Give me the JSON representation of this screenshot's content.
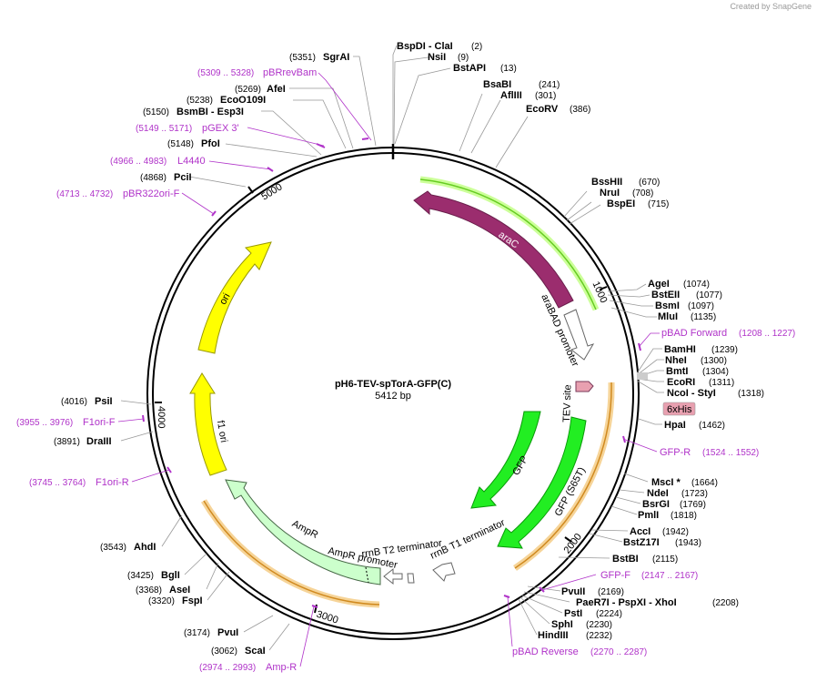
{
  "brand": "Created by SnapGene",
  "plasmid": {
    "name": "pH6-TEV-spTorA-GFP(C)",
    "size_label": "5412 bp"
  },
  "ticks": [
    "1000",
    "2000",
    "3000",
    "4000",
    "5000"
  ],
  "features": {
    "araC": "araC",
    "araBAD": "araBAD promoter",
    "tev": "TEV site",
    "his": "6xHis",
    "gfp": "GFP",
    "gfp2": "GFP (S65T)",
    "rrnbt1": "rrnB T1 terminator",
    "rrnbt2": "rrnB T2 terminator",
    "amppro": "AmpR promoter",
    "ampr": "AmpR",
    "f1": "f1 ori",
    "ori": "ori"
  },
  "right_sites": [
    {
      "name": "BspDI  - ClaI",
      "pos": "(2)"
    },
    {
      "name": "NsiI",
      "pos": "(9)"
    },
    {
      "name": "BstAPI",
      "pos": "(13)"
    },
    {
      "name": "BsaBI",
      "pos": "(241)"
    },
    {
      "name": "AflIII",
      "pos": "(301)"
    },
    {
      "name": "EcoRV",
      "pos": "(386)"
    },
    {
      "name": "BssHII",
      "pos": "(670)"
    },
    {
      "name": "NruI",
      "pos": "(708)"
    },
    {
      "name": "BspEI",
      "pos": "(715)"
    },
    {
      "name": "AgeI",
      "pos": "(1074)"
    },
    {
      "name": "BstEII",
      "pos": "(1077)"
    },
    {
      "name": "BsmI",
      "pos": "(1097)"
    },
    {
      "name": "MluI",
      "pos": "(1135)"
    },
    {
      "name": "BamHI",
      "pos": "(1239)"
    },
    {
      "name": "NheI",
      "pos": "(1300)"
    },
    {
      "name": "BmtI",
      "pos": "(1304)"
    },
    {
      "name": "EcoRI",
      "pos": "(1311)"
    },
    {
      "name": "NcoI  - StyI",
      "pos": "(1318)"
    },
    {
      "name": "HpaI",
      "pos": "(1462)"
    },
    {
      "name": "MscI *",
      "pos": "(1664)"
    },
    {
      "name": "NdeI",
      "pos": "(1723)"
    },
    {
      "name": "BsrGI",
      "pos": "(1769)"
    },
    {
      "name": "PmlI",
      "pos": "(1818)"
    },
    {
      "name": "AccI",
      "pos": "(1942)"
    },
    {
      "name": "BstZ17I",
      "pos": "(1943)"
    },
    {
      "name": "BstBI",
      "pos": "(2115)"
    },
    {
      "name": "PvuII",
      "pos": "(2169)"
    },
    {
      "name": "PaeR7I  - PspXI  - XhoI",
      "pos": "(2208)"
    },
    {
      "name": "PstI",
      "pos": "(2224)"
    },
    {
      "name": "SphI",
      "pos": "(2230)"
    },
    {
      "name": "HindIII",
      "pos": "(2232)"
    }
  ],
  "left_sites": [
    {
      "name": "SgrAI",
      "pos": "(5351)"
    },
    {
      "name": "AfeI",
      "pos": "(5269)"
    },
    {
      "name": "EcoO109I",
      "pos": "(5238)"
    },
    {
      "name": "BsmBI  - Esp3I",
      "pos": "(5150)"
    },
    {
      "name": "PfoI",
      "pos": "(5148)"
    },
    {
      "name": "PciI",
      "pos": "(4868)"
    },
    {
      "name": "PsiI",
      "pos": "(4016)"
    },
    {
      "name": "DraIII",
      "pos": "(3891)"
    },
    {
      "name": "AhdI",
      "pos": "(3543)"
    },
    {
      "name": "BglI",
      "pos": "(3425)"
    },
    {
      "name": "AseI",
      "pos": "(3368)"
    },
    {
      "name": "FspI",
      "pos": "(3320)"
    },
    {
      "name": "PvuI",
      "pos": "(3174)"
    },
    {
      "name": "ScaI",
      "pos": "(3062)"
    }
  ],
  "right_primers": [
    {
      "name": "pBAD Forward",
      "pos": "(1208 .. 1227)"
    },
    {
      "name": "GFP-R",
      "pos": "(1524 .. 1552)"
    },
    {
      "name": "GFP-F",
      "pos": "(2147 .. 2167)"
    },
    {
      "name": "pBAD Reverse",
      "pos": "(2270 .. 2287)"
    }
  ],
  "left_primers": [
    {
      "name": "pBRrevBam",
      "pos": "(5309 .. 5328)"
    },
    {
      "name": "pGEX 3'",
      "pos": "(5149 .. 5171)"
    },
    {
      "name": "L4440",
      "pos": "(4966 .. 4983)"
    },
    {
      "name": "pBR322ori-F",
      "pos": "(4713 .. 4732)"
    },
    {
      "name": "F1ori-F",
      "pos": "(3955 .. 3976)"
    },
    {
      "name": "F1ori-R",
      "pos": "(3745 .. 3764)"
    },
    {
      "name": "Amp-R",
      "pos": "(2974 .. 2993)"
    }
  ],
  "colors": {
    "araC": "#9b2d6e",
    "gfp": "#22ee22",
    "ampr": "#ccffcc",
    "f1": "#ffff00",
    "ori": "#ffff00",
    "primer": "#b033c9",
    "highlight_green": "#aaee55",
    "highlight_orange": "#f0c060",
    "his_box": "#e8a0b0"
  }
}
